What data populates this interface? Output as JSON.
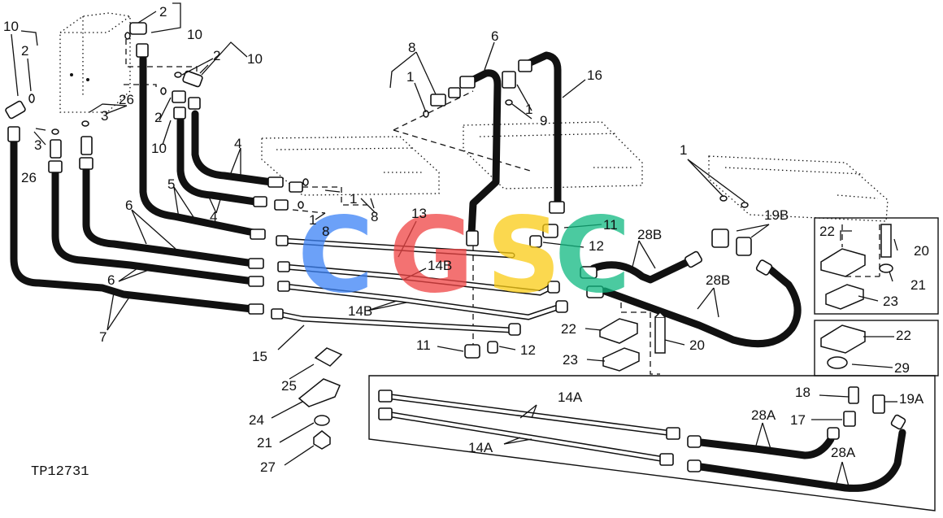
{
  "figure_id": "TP12731",
  "watermark": {
    "letters": [
      "C",
      "G",
      "S",
      "C"
    ],
    "colors": [
      "#3b82f6",
      "#ef4444",
      "#facc15",
      "#10b981"
    ]
  },
  "callouts": [
    "1",
    "2",
    "3",
    "4",
    "5",
    "6",
    "7",
    "8",
    "9",
    "10",
    "11",
    "12",
    "13",
    "14A",
    "14B",
    "15",
    "16",
    "17",
    "18",
    "19A",
    "19B",
    "20",
    "21",
    "22",
    "23",
    "24",
    "25",
    "26",
    "27",
    "28A",
    "28B",
    "29"
  ],
  "labels": [
    {
      "text": "10"
    },
    {
      "text": "2"
    },
    {
      "text": "2"
    },
    {
      "text": "10"
    },
    {
      "text": "2"
    },
    {
      "text": "10"
    },
    {
      "text": "26"
    },
    {
      "text": "3"
    },
    {
      "text": "2"
    },
    {
      "text": "3"
    },
    {
      "text": "10"
    },
    {
      "text": "26"
    },
    {
      "text": "4"
    },
    {
      "text": "5"
    },
    {
      "text": "4"
    },
    {
      "text": "6"
    },
    {
      "text": "6"
    },
    {
      "text": "7"
    },
    {
      "text": "1"
    },
    {
      "text": "1"
    },
    {
      "text": "8"
    },
    {
      "text": "8"
    },
    {
      "text": "1"
    },
    {
      "text": "6"
    },
    {
      "text": "8"
    },
    {
      "text": "1"
    },
    {
      "text": "9"
    },
    {
      "text": "16"
    },
    {
      "text": "13"
    },
    {
      "text": "14B"
    },
    {
      "text": "14B"
    },
    {
      "text": "15"
    },
    {
      "text": "11"
    },
    {
      "text": "12"
    },
    {
      "text": "11"
    },
    {
      "text": "12"
    },
    {
      "text": "1"
    },
    {
      "text": "28B"
    },
    {
      "text": "28B"
    },
    {
      "text": "19B"
    },
    {
      "text": "22"
    },
    {
      "text": "20"
    },
    {
      "text": "21"
    },
    {
      "text": "23"
    },
    {
      "text": "22"
    },
    {
      "text": "20"
    },
    {
      "text": "23"
    },
    {
      "text": "22"
    },
    {
      "text": "29"
    },
    {
      "text": "25"
    },
    {
      "text": "24"
    },
    {
      "text": "21"
    },
    {
      "text": "27"
    },
    {
      "text": "14A"
    },
    {
      "text": "14A"
    },
    {
      "text": "18"
    },
    {
      "text": "19A"
    },
    {
      "text": "17"
    },
    {
      "text": "28A"
    },
    {
      "text": "28A"
    }
  ]
}
